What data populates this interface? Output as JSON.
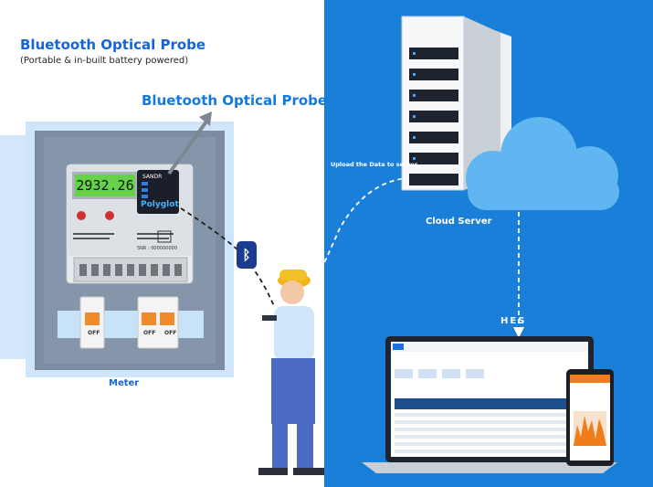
{
  "heading": {
    "title": "Bluetooth Optical Probe",
    "subtitle": "(Portable & in-built battery powered)"
  },
  "labels": {
    "probe": "Bluetooth Optical Probe",
    "meter": "Meter",
    "upload": "Upload the Data to server",
    "cloud_server": "Cloud Server",
    "hes": "HES"
  },
  "meter": {
    "reading": "2932.26",
    "brand": "SANDR",
    "model": "Polyglot",
    "serial_prefix": "SNR:",
    "serial_value": "SNR : 000000000",
    "switch_off": "OFF",
    "switch_off_2": "OFF",
    "switch_on_2": "OFF"
  },
  "icons": {
    "bluetooth": "bluetooth-icon",
    "cloud": "cloud-icon",
    "server": "server-icon",
    "laptop": "laptop-icon",
    "phone": "phone-icon",
    "technician": "technician-icon"
  },
  "colors": {
    "right_panel": "#1a7fd9",
    "title_blue": "#1565d8",
    "lcd_green": "#66d24a",
    "cloud": "#5fb6f0"
  }
}
